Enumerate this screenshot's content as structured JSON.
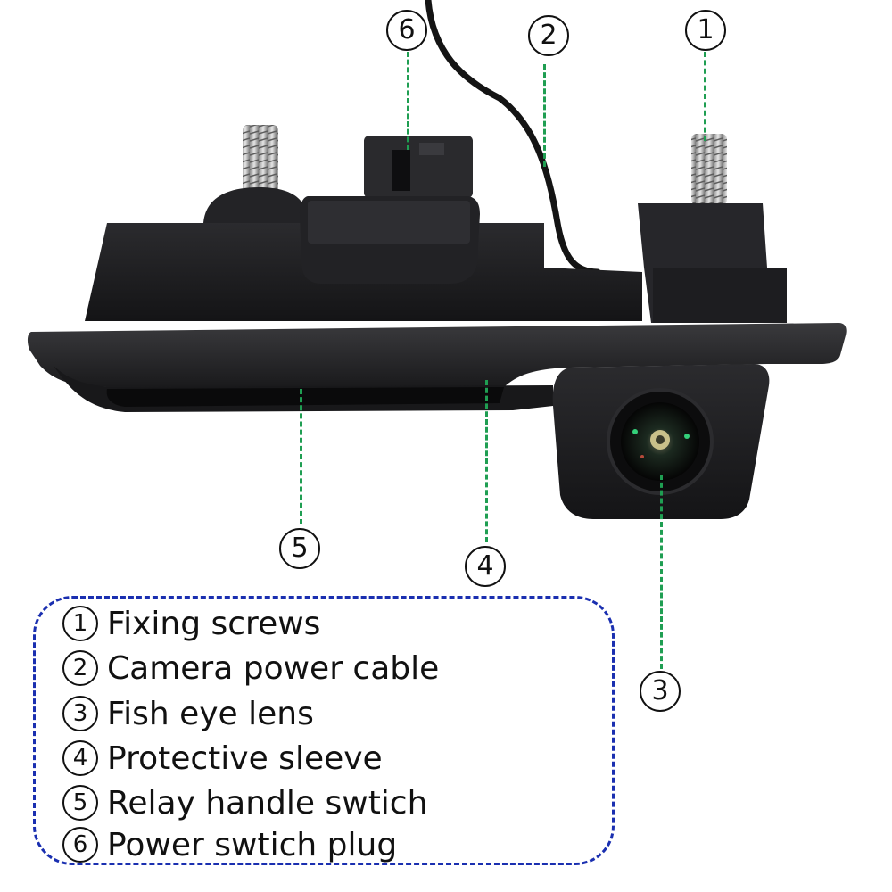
{
  "callouts": [
    {
      "id": "1",
      "label": "1"
    },
    {
      "id": "2",
      "label": "2"
    },
    {
      "id": "3",
      "label": "3"
    },
    {
      "id": "4",
      "label": "4"
    },
    {
      "id": "5",
      "label": "5"
    },
    {
      "id": "6",
      "label": "6"
    }
  ],
  "legend": {
    "items": [
      {
        "num": "1",
        "text": "Fixing screws"
      },
      {
        "num": "2",
        "text": "Camera power cable"
      },
      {
        "num": "3",
        "text": "Fish eye lens"
      },
      {
        "num": "4",
        "text": "Protective sleeve"
      },
      {
        "num": "5",
        "text": "Relay handle swtich"
      },
      {
        "num": "6",
        "text": "Power swtich plug"
      }
    ]
  },
  "colors": {
    "leader_line": "#1f9e52",
    "legend_border": "#1a2fb0",
    "housing": "#1b1b1d"
  }
}
